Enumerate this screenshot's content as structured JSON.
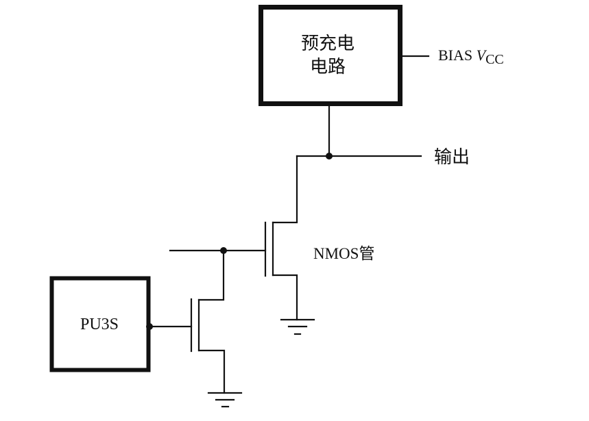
{
  "diagram": {
    "type": "circuit-schematic",
    "blocks": {
      "precharge": {
        "line1": "预充电",
        "line2": "电路"
      },
      "pu3s": {
        "label": "PU3S"
      }
    },
    "labels": {
      "bias": "BIAS ",
      "bias_v": "V",
      "bias_sub": "CC",
      "output": "输出",
      "nmos": "NMOS管"
    },
    "colors": {
      "stroke": "#111111",
      "background": "#ffffff"
    }
  }
}
